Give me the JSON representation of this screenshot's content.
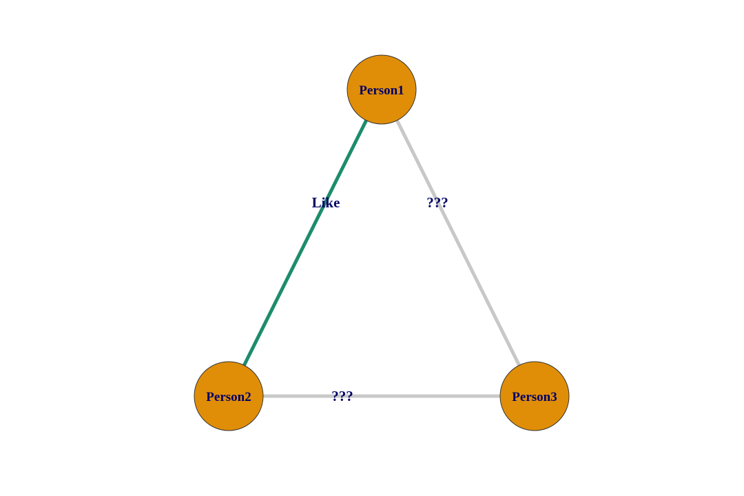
{
  "diagram": {
    "colors": {
      "node_fill": "#e08e08",
      "label_text": "#000066",
      "edge_like": "#1d8c6c",
      "edge_unknown": "#c8c8c8",
      "background": "#ffffff"
    },
    "nodes": [
      {
        "id": "p1",
        "label": "Person1"
      },
      {
        "id": "p2",
        "label": "Person2"
      },
      {
        "id": "p3",
        "label": "Person3"
      }
    ],
    "edges": [
      {
        "id": "e12",
        "source": "p1",
        "target": "p2",
        "label": "Like",
        "color": "#1d8c6c"
      },
      {
        "id": "e13",
        "source": "p1",
        "target": "p3",
        "label": "???",
        "color": "#c8c8c8"
      },
      {
        "id": "e23",
        "source": "p2",
        "target": "p3",
        "label": "???",
        "color": "#c8c8c8"
      }
    ]
  }
}
